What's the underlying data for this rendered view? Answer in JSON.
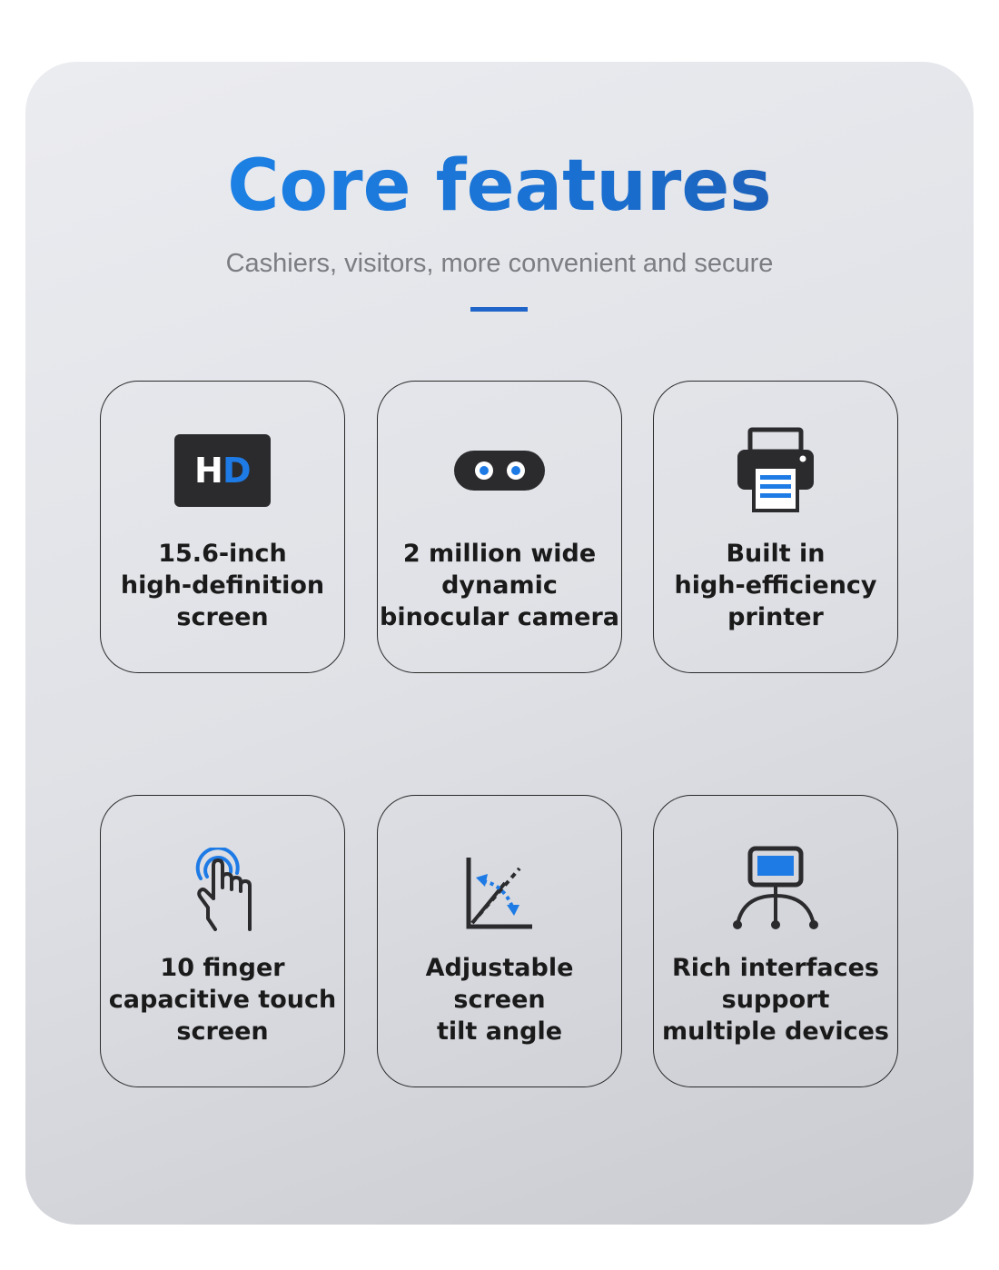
{
  "header": {
    "title": "Core features",
    "subtitle": "Cashiers, visitors, more convenient and secure"
  },
  "colors": {
    "accent": "#1a6fd0",
    "icon_blue": "#1e7be6",
    "icon_dark": "#2b2b2d"
  },
  "features": [
    {
      "icon": "hd-icon",
      "lines": [
        "15.6-inch",
        "high-definition",
        "screen"
      ]
    },
    {
      "icon": "binocular-camera-icon",
      "lines": [
        "2 million wide",
        "dynamic",
        "binocular camera"
      ]
    },
    {
      "icon": "printer-icon",
      "lines": [
        "Built in",
        "high-efficiency",
        "printer"
      ]
    },
    {
      "icon": "touch-finger-icon",
      "lines": [
        "10 finger",
        "capacitive touch",
        "screen"
      ]
    },
    {
      "icon": "tilt-angle-icon",
      "lines": [
        "Adjustable",
        "screen",
        "tilt angle"
      ]
    },
    {
      "icon": "interfaces-icon",
      "lines": [
        "Rich interfaces",
        "support",
        "multiple devices"
      ]
    }
  ]
}
